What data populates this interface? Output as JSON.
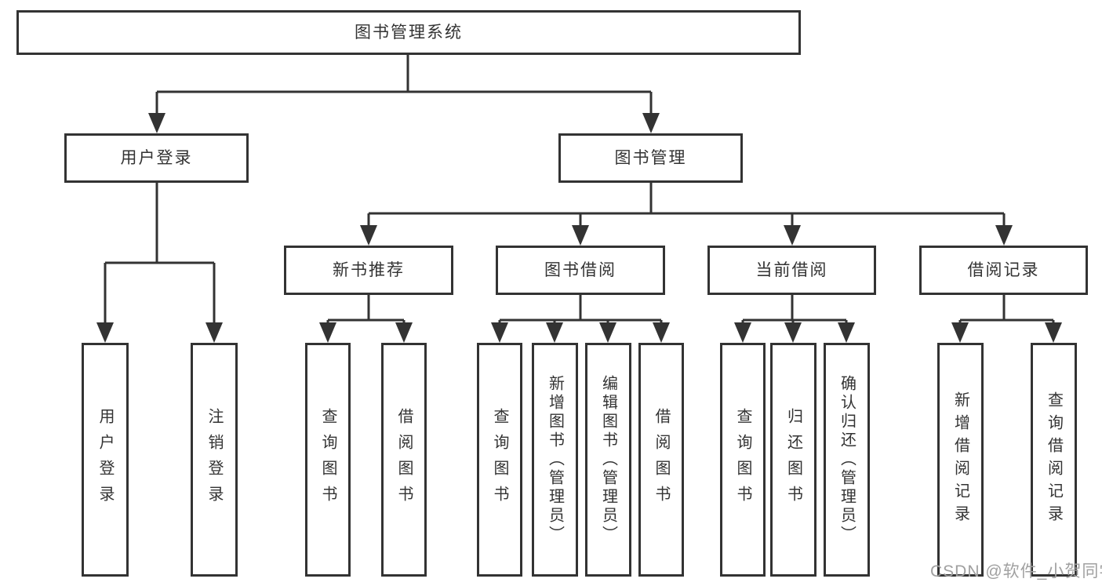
{
  "tree": {
    "root": {
      "label": "图书管理系统",
      "children": [
        {
          "label": "用户登录",
          "children": [
            {
              "label": "用户登录"
            },
            {
              "label": "注销登录"
            }
          ]
        },
        {
          "label": "图书管理",
          "children": [
            {
              "label": "新书推荐",
              "children": [
                {
                  "label": "查询图书"
                },
                {
                  "label": "借阅图书"
                }
              ]
            },
            {
              "label": "图书借阅",
              "children": [
                {
                  "label": "查询图书"
                },
                {
                  "label": "新增图书（管理员）"
                },
                {
                  "label": "编辑图书（管理员）"
                },
                {
                  "label": "借阅图书"
                }
              ]
            },
            {
              "label": "当前借阅",
              "children": [
                {
                  "label": "查询图书"
                },
                {
                  "label": "归还图书"
                },
                {
                  "label": "确认归还（管理员）"
                }
              ]
            },
            {
              "label": "借阅记录",
              "children": [
                {
                  "label": "新增借阅记录"
                },
                {
                  "label": "查询借阅记录"
                }
              ]
            }
          ]
        }
      ]
    }
  },
  "watermark": {
    "text": "CSDN @软件_小贺同学"
  },
  "colors": {
    "line": "#333333",
    "node_border": "#333333",
    "text": "#333333",
    "background": "#ffffff",
    "watermark": "#a0a0a0"
  }
}
